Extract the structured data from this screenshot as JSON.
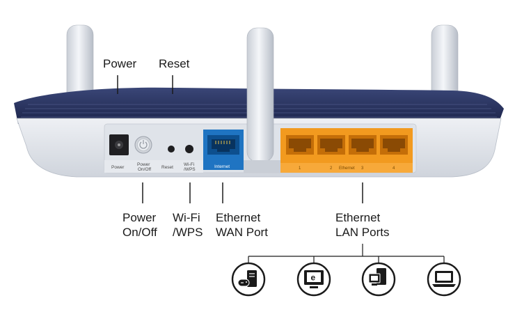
{
  "callouts": {
    "power": "Power",
    "reset": "Reset",
    "power_onoff": [
      "Power",
      "On/Off"
    ],
    "wifi_wps": [
      "Wi-Fi",
      "/WPS"
    ],
    "wan": [
      "Ethernet",
      "WAN Port"
    ],
    "lan": [
      "Ethernet",
      "LAN Ports"
    ]
  },
  "panel_labels": {
    "power": "Power",
    "power_onoff": [
      "Power",
      "On/Off"
    ],
    "reset": "Reset",
    "wifi_wps": [
      "Wi-Fi",
      "/WPS"
    ],
    "internet": "Internet",
    "ethernet": "Ethernet",
    "lan_numbers": [
      "1",
      "2",
      "3",
      "4"
    ]
  },
  "devices": [
    "game-console-icon",
    "smart-tv-icon",
    "desktop-computer-icon",
    "laptop-icon"
  ],
  "colors": {
    "router_body": "#e3e6ec",
    "router_top": "#2a3560",
    "wan_blue": "#1f74c2",
    "lan_orange": "#f29a1f",
    "device_ring": "#1a1a1a"
  }
}
